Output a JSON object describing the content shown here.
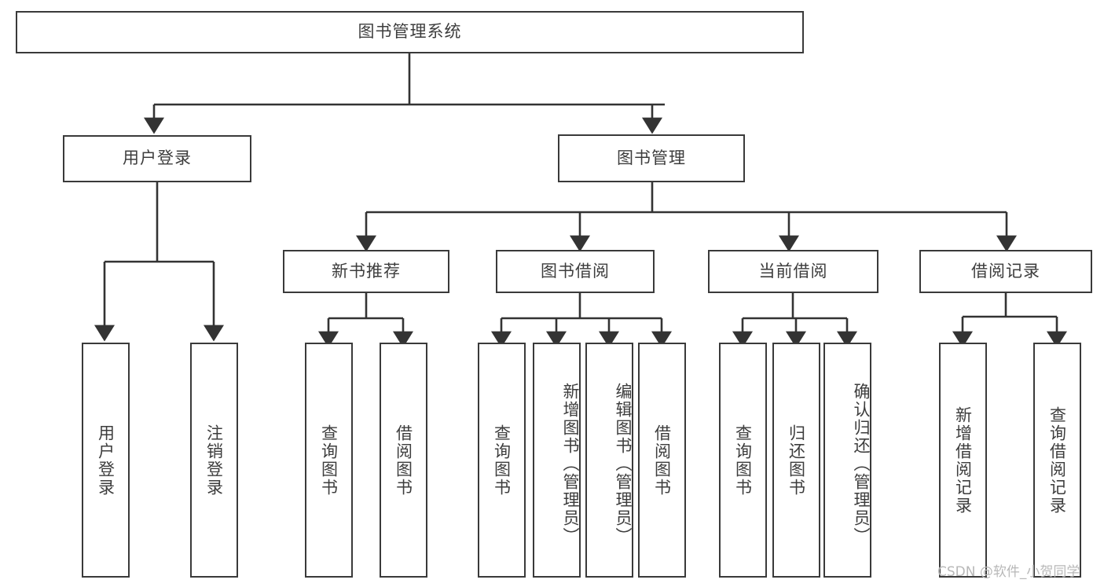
{
  "diagram": {
    "title": "图书管理系统",
    "type": "tree",
    "orientation": "top-down",
    "colors": {
      "box_border": "#3a3a3a",
      "box_fill": "#ffffff",
      "text": "#3d3d3d",
      "connector": "#333333",
      "watermark": "#b8b8b8",
      "background": "#ffffff"
    },
    "root": {
      "id": "root",
      "label": "图书管理系统",
      "level": 0
    },
    "level1": [
      {
        "id": "user-login",
        "label": "用户登录",
        "level": 1
      },
      {
        "id": "book-management",
        "label": "图书管理",
        "level": 1
      }
    ],
    "level2": [
      {
        "id": "new-book-recommend",
        "label": "新书推荐",
        "level": 2,
        "parent": "book-management"
      },
      {
        "id": "book-borrow",
        "label": "图书借阅",
        "level": 2,
        "parent": "book-management"
      },
      {
        "id": "current-borrow",
        "label": "当前借阅",
        "level": 2,
        "parent": "book-management"
      },
      {
        "id": "borrow-record",
        "label": "借阅记录",
        "level": 2,
        "parent": "book-management"
      }
    ],
    "leaves": {
      "user_login": [
        {
          "id": "leaf-user-login",
          "label": "用户登录"
        },
        {
          "id": "leaf-logout-login",
          "label": "注销登录"
        }
      ],
      "new_book_recommend": [
        {
          "id": "leaf-query-book-1",
          "label": "查询图书"
        },
        {
          "id": "leaf-borrow-book-1",
          "label": "借阅图书"
        }
      ],
      "book_borrow": [
        {
          "id": "leaf-query-book-2",
          "label": "查询图书"
        },
        {
          "id": "leaf-add-book",
          "label": "新增图书（管理员）"
        },
        {
          "id": "leaf-edit-book",
          "label": "编辑图书（管理员）"
        },
        {
          "id": "leaf-borrow-book-2",
          "label": "借阅图书"
        }
      ],
      "current_borrow": [
        {
          "id": "leaf-query-book-3",
          "label": "查询图书"
        },
        {
          "id": "leaf-return-book",
          "label": "归还图书"
        },
        {
          "id": "leaf-confirm-return",
          "label": "确认归还（管理员）"
        }
      ],
      "borrow_record": [
        {
          "id": "leaf-add-borrow-record",
          "label": "新增借阅记录"
        },
        {
          "id": "leaf-query-borrow-record",
          "label": "查询借阅记录"
        }
      ]
    },
    "watermark": "CSDN @软件_小贺同学"
  }
}
